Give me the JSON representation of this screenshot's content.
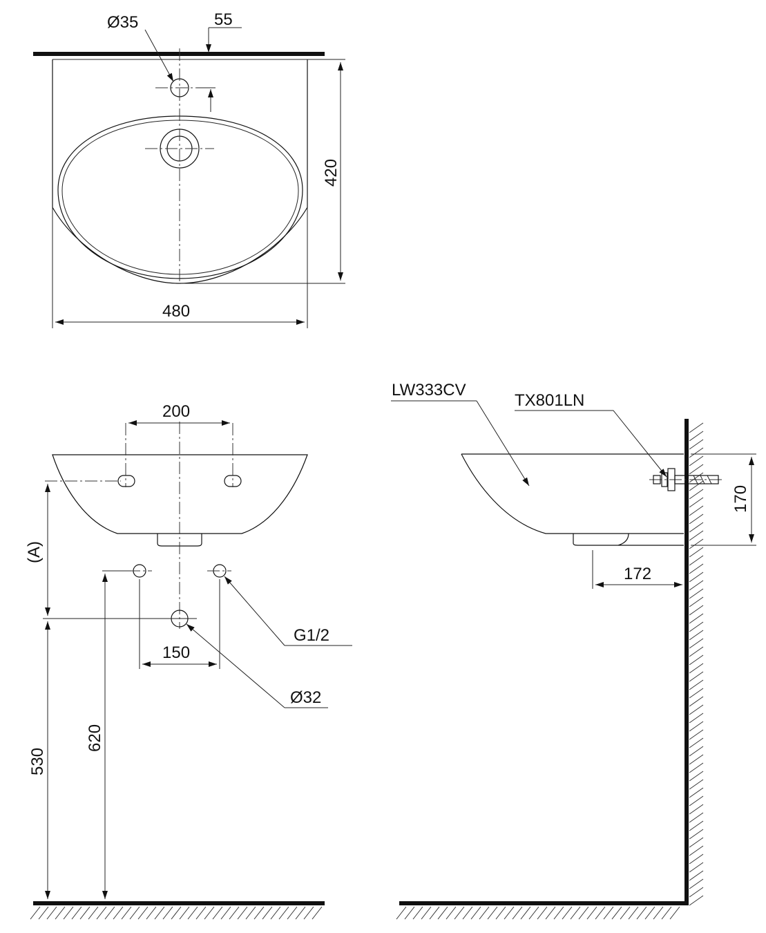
{
  "top_view": {
    "tap_hole": "Ø35",
    "tap_offset": "55",
    "depth": "420",
    "width": "480"
  },
  "front_view": {
    "hole_spacing": "200",
    "height_a": "(A)",
    "supply_spacing": "150",
    "supply_thread": "G1/2",
    "waste_diameter": "Ø32",
    "waste_height": "530",
    "supply_height": "620"
  },
  "side_view": {
    "basin_model": "LW333CV",
    "fixing_model": "TX801LN",
    "bolt_height": "170",
    "waste_offset": "172"
  }
}
